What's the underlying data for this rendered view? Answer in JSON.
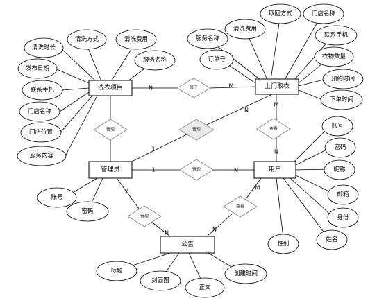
{
  "entities": {
    "laundry_item": "洗衣项目",
    "pickup": "上门取衣",
    "admin": "管理员",
    "user": "用户",
    "notice": "公告"
  },
  "relationships": {
    "belongs": "属于",
    "admin_laundry": "管理",
    "admin_pickup": "管理",
    "admin_user": "管理",
    "admin_notice": "管理",
    "user_pickup": "查看",
    "user_notice": "查看"
  },
  "attributes": {
    "laundry_item": [
      "清洗时长",
      "清洗方式",
      "清洗费用",
      "服务名称",
      "发布日期",
      "联系手机",
      "门店名称",
      "门店位置",
      "服务内容"
    ],
    "pickup": [
      "取回方式",
      "门店名称",
      "清洗费用",
      "服务名称",
      "联系手机",
      "订单号",
      "衣物数量",
      "预约时间",
      "下单时间"
    ],
    "user": [
      "账号",
      "密码",
      "昵称",
      "邮箱",
      "身份",
      "姓名",
      "性别"
    ],
    "admin": [
      "账号",
      "密码"
    ],
    "notice": [
      "标题",
      "封面图",
      "正文",
      "创建时间"
    ]
  },
  "cardinality": {
    "belongs_laundry": "N",
    "belongs_pickup": "M",
    "admin_pickup_admin": "1",
    "admin_pickup_pickup": "N",
    "pickup_user_pickup": "M",
    "pickup_user_user": "N",
    "admin_user_admin": "1",
    "admin_user_user": "N",
    "admin_notice_admin": "/",
    "admin_notice_notice": "N",
    "user_notice_user": "M",
    "user_notice_notice": "N"
  }
}
